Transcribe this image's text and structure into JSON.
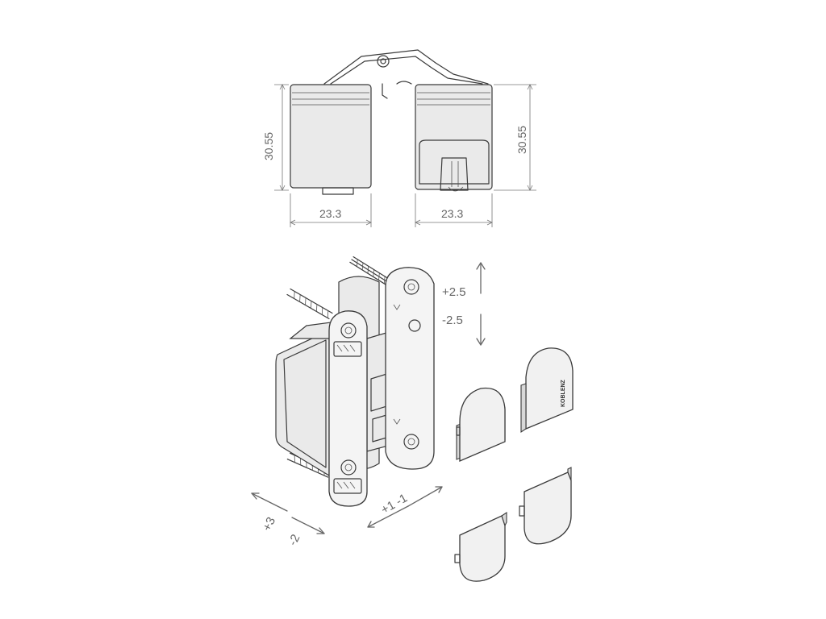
{
  "dimensions": {
    "left_height": "30.55",
    "right_height": "30.55",
    "left_width": "23.3",
    "right_width": "23.3"
  },
  "adjustments": {
    "vertical_plus": "+2.5",
    "vertical_minus": "-2.5",
    "depth_plus": "+3",
    "depth_minus": "-2",
    "lateral": "+1 -1"
  },
  "cap_brand": "KOBLENZ"
}
